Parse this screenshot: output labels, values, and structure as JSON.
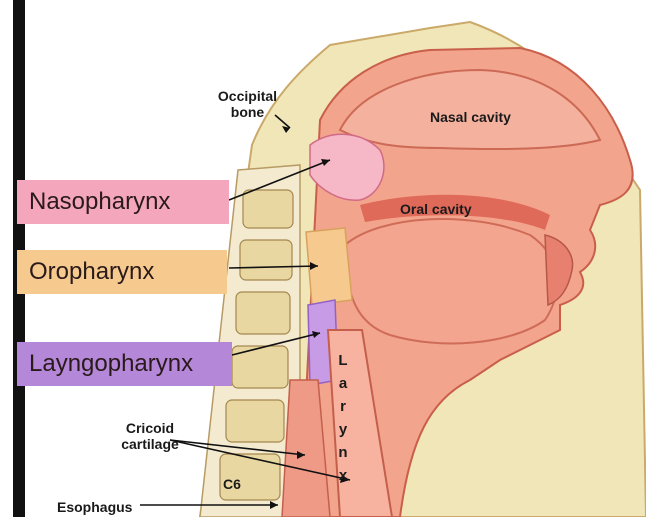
{
  "labels": {
    "nasopharynx": "Nasopharynx",
    "oropharynx": "Oropharynx",
    "laryngopharynx": "Layngopharynx",
    "occipital_line1": "Occipital",
    "occipital_line2": "bone",
    "nasal_cavity": "Nasal cavity",
    "oral_cavity": "Oral cavity",
    "cricoid_line1": "Cricoid",
    "cricoid_line2": "cartilage",
    "esophagus": "Esophagus",
    "c6": "C6",
    "larynx_letters": [
      "L",
      "a",
      "r",
      "y",
      "n",
      "x"
    ]
  },
  "colors": {
    "nasopharynx_box": "#f4a6bd",
    "oropharynx_box": "#f6c98f",
    "laryngopharynx_box": "#b487d8",
    "tissue": "#f2a48c",
    "tissue_dark": "#e2735f",
    "bone": "#f1e6b8",
    "spine_edge": "#2a2a2a"
  }
}
